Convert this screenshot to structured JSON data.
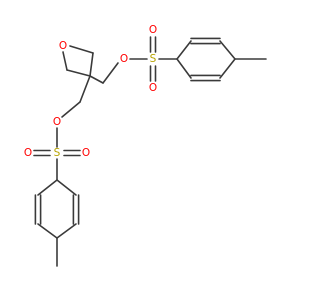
{
  "structure": {
    "atoms": {
      "O1": {
        "symbol": "O"
      },
      "S1": {
        "symbol": "S"
      },
      "O2": {
        "symbol": "O"
      },
      "O3": {
        "symbol": "O"
      },
      "O4": {
        "symbol": "O"
      },
      "S2": {
        "symbol": "S"
      },
      "O5": {
        "symbol": "O"
      },
      "O6": {
        "symbol": "O"
      }
    },
    "colors": {
      "oxygen": "#ff0000",
      "sulfur": "#b8a400",
      "bond": "#3a3a3a"
    }
  }
}
